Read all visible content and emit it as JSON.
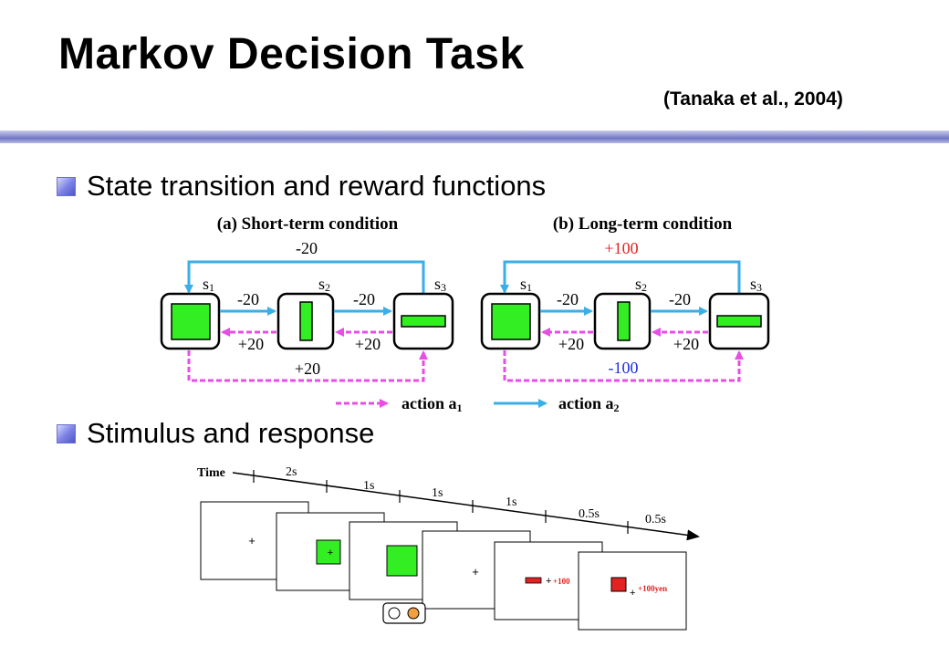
{
  "slide": {
    "title": "Markov Decision Task",
    "citation": "(Tanaka et al., 2004)",
    "bullets": [
      "State transition and reward functions",
      "Stimulus and response"
    ]
  },
  "diagram": {
    "panel_a": {
      "title": "(a) Short-term condition",
      "states": [
        "s1",
        "s2",
        "s3"
      ],
      "top_loop": "-20",
      "a2_12": "-20",
      "a2_23": "-20",
      "a1_21": "+20",
      "a1_32": "+20",
      "bottom_loop": "+20"
    },
    "panel_b": {
      "title": "(b) Long-term condition",
      "states": [
        "s1",
        "s2",
        "s3"
      ],
      "top_loop": "+100",
      "a2_12": "-20",
      "a2_23": "-20",
      "a1_21": "+20",
      "a1_32": "+20",
      "bottom_loop": "-100"
    },
    "legend": {
      "a1_label": "action a",
      "a1_sub": "1",
      "a2_label": "action a",
      "a2_sub": "2"
    },
    "colors": {
      "a2_arrow": "#3aaee8",
      "a1_arrow": "#e64ee6",
      "stimulus": "#33ee22",
      "reward_pos": "#e32222",
      "reward_neg": "#1c2de0"
    }
  },
  "timeline": {
    "axis_label": "Time",
    "durations": [
      "2s",
      "1s",
      "1s",
      "1s",
      "0.5s",
      "0.5s"
    ],
    "frame3_reward": "+100",
    "frame6_reward": "+100yen"
  }
}
